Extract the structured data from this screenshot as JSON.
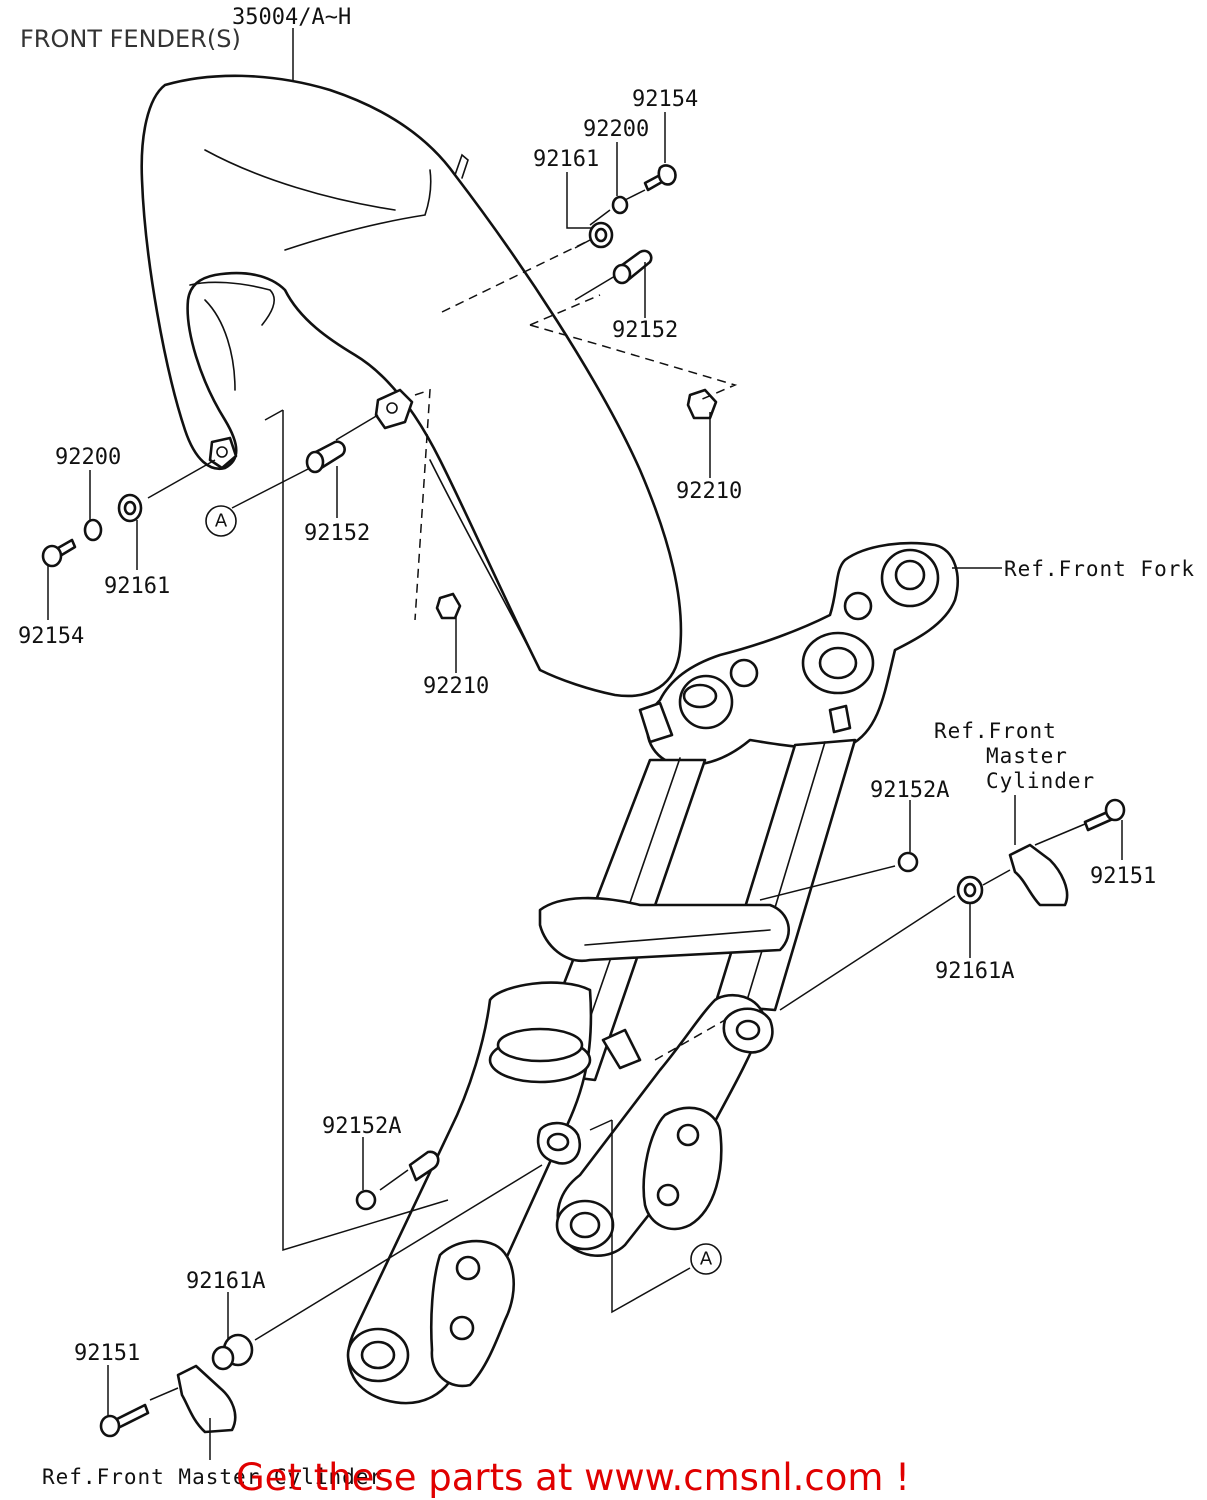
{
  "title": "FRONT FENDER(S)",
  "assembly_number": "35004/A~H",
  "callout_letter": "A",
  "parts": {
    "screw_upper": "92154",
    "washer_upper": "92200",
    "damper_upper": "92161",
    "collar_upper": "92152",
    "nut_upper": "92210",
    "washer_left": "92200",
    "damper_left": "92161",
    "screw_left": "92154",
    "collar_left": "92152",
    "nut_lower": "92210",
    "collar_a_right": "92152A",
    "bolt_right": "92151",
    "damper_a_right": "92161A",
    "collar_a_lower": "92152A",
    "damper_a_lower": "92161A",
    "bolt_lower": "92151"
  },
  "references": {
    "front_fork": "Ref.Front Fork",
    "master_cylinder_line1": "Ref.Front",
    "master_cylinder_line2": "Master",
    "master_cylinder_line3": "Cylinder",
    "master_cylinder_bottom": "Ref.Front Master Cylinder"
  },
  "promo_text": "Get these parts at www.cmsnl.com !",
  "colors": {
    "promo": "#e00000",
    "line": "#111111",
    "title": "#333333"
  }
}
